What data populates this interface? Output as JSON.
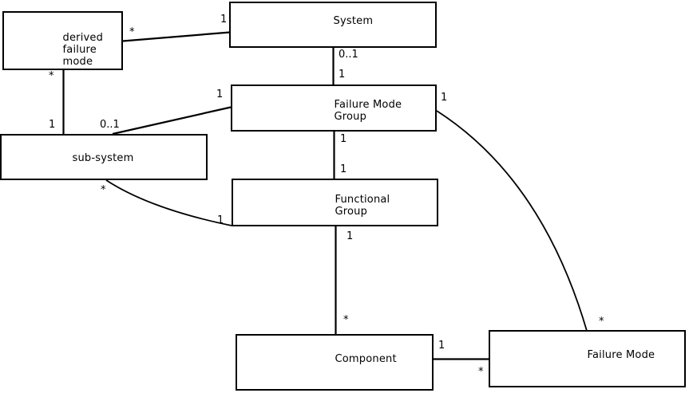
{
  "diagram": {
    "kind": "uml-association-diagram",
    "background_color": "#ffffff",
    "line_color": "#000000",
    "nodes": [
      {
        "id": "derived-failure-mode",
        "label": "derived\nfailure\nmode"
      },
      {
        "id": "system",
        "label": "System"
      },
      {
        "id": "failure-mode-group",
        "label": "Failure Mode\nGroup"
      },
      {
        "id": "sub-system",
        "label": "sub-system"
      },
      {
        "id": "functional-group",
        "label": "Functional\nGroup"
      },
      {
        "id": "component",
        "label": "Component"
      },
      {
        "id": "failure-mode",
        "label": "Failure Mode"
      }
    ],
    "associations": [
      {
        "from": "derived failure mode",
        "to": "System",
        "from_multiplicity": "*",
        "to_multiplicity": "1"
      },
      {
        "from": "derived failure mode",
        "to": "sub-system",
        "from_multiplicity": "*",
        "to_multiplicity": "1"
      },
      {
        "from": "System",
        "to": "Failure Mode Group",
        "from_multiplicity": "0..1",
        "to_multiplicity": "1"
      },
      {
        "from": "Failure Mode Group",
        "to": "sub-system",
        "from_multiplicity": "1",
        "to_multiplicity": "0..1"
      },
      {
        "from": "Failure Mode Group",
        "to": "Functional Group",
        "from_multiplicity": "1",
        "to_multiplicity": "1"
      },
      {
        "from": "sub-system",
        "to": "Functional Group",
        "from_multiplicity": "*",
        "to_multiplicity": "1"
      },
      {
        "from": "Functional Group",
        "to": "Component",
        "from_multiplicity": "1",
        "to_multiplicity": "*"
      },
      {
        "from": "Component",
        "to": "Failure Mode",
        "from_multiplicity": "1",
        "to_multiplicity": "*"
      },
      {
        "from": "Failure Mode Group",
        "to": "Failure Mode",
        "from_multiplicity": "1",
        "to_multiplicity": "*"
      }
    ]
  }
}
